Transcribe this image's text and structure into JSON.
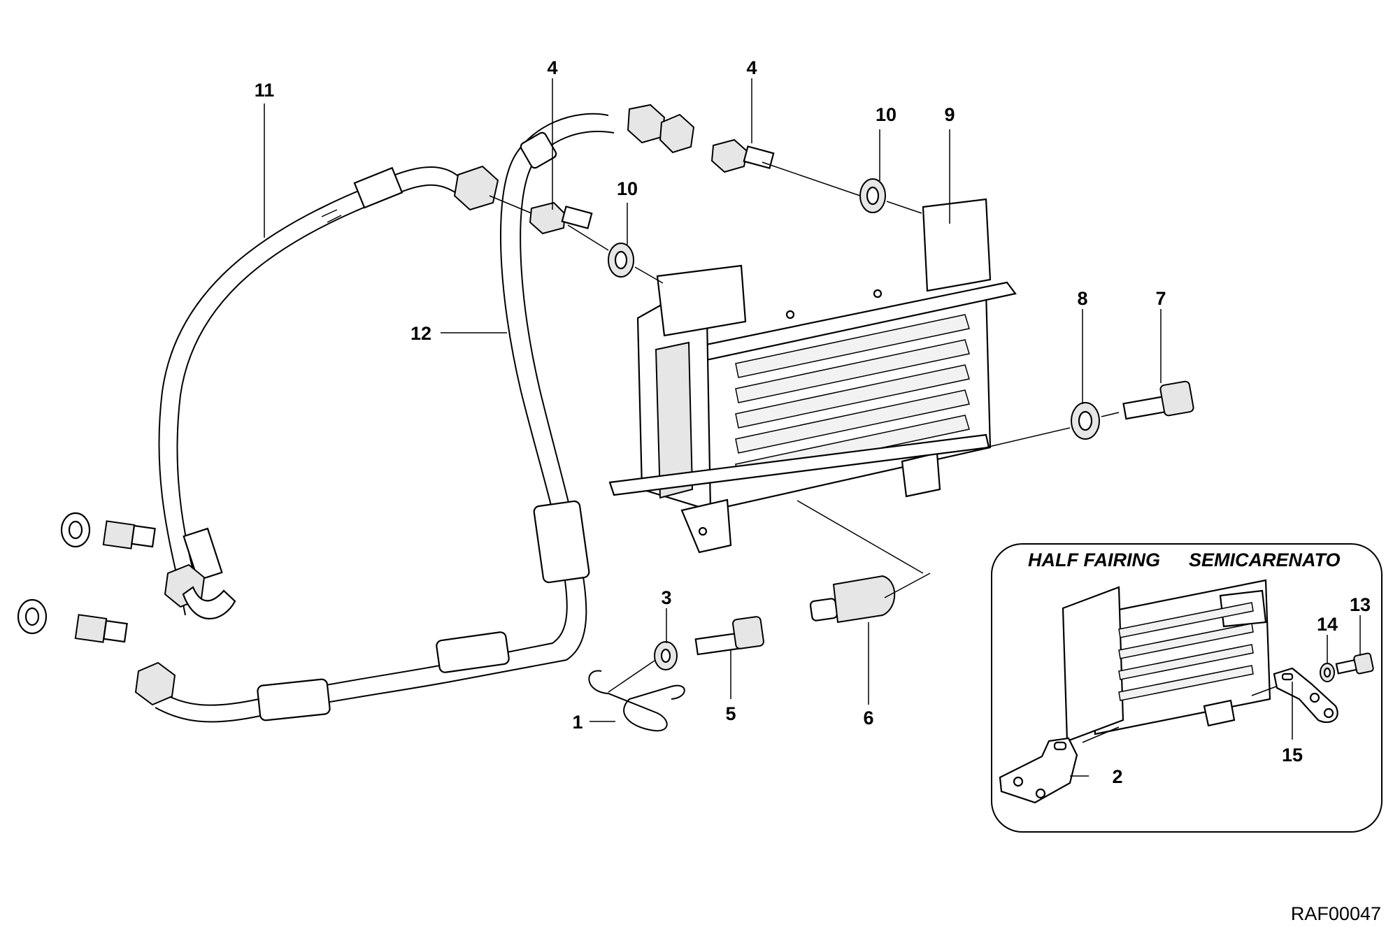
{
  "callouts": {
    "c1": "1",
    "c2": "2",
    "c3": "3",
    "c4a": "4",
    "c4b": "4",
    "c5": "5",
    "c6": "6",
    "c7": "7",
    "c8": "8",
    "c9": "9",
    "c10a": "10",
    "c10b": "10",
    "c11": "11",
    "c12": "12",
    "c13": "13",
    "c14": "14",
    "c15": "15"
  },
  "inset": {
    "title_en": "HALF FAIRING",
    "title_it": "SEMICARENATO"
  },
  "drawing_code": "RAF00047"
}
